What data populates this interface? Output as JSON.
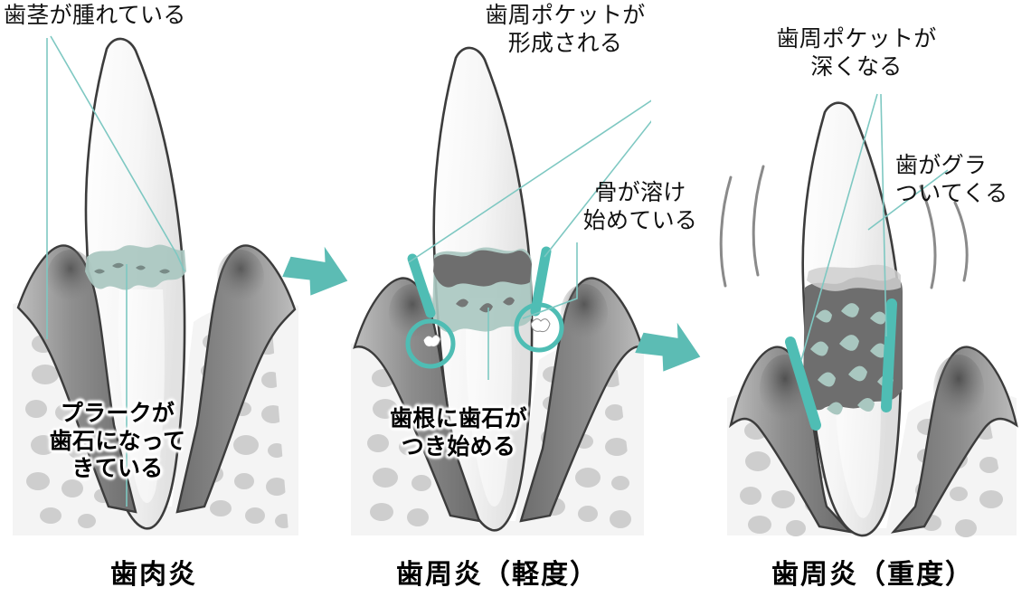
{
  "figure": {
    "subject": "periodontal-disease-progression",
    "colors": {
      "teal": "#5cbcb4",
      "teal_line": "#7ec8c2",
      "plaque_green": "#a9c7c0",
      "calculus_dark": "#6e6e6e",
      "gum_gray": "#9a9a9a",
      "gum_dark": "#6f6f6f",
      "bone_gray": "#c9c9c9",
      "outline": "#3c3c3c",
      "text": "#111111"
    }
  },
  "panels": [
    {
      "id": "gingivitis",
      "caption": "歯肉炎",
      "annotations": [
        {
          "id": "swollen-gums",
          "text": "歯茎が腫れている",
          "style": "plain"
        },
        {
          "id": "plaque-to-calculus",
          "text": "プラークが\n歯石になって\nきている",
          "style": "halo"
        }
      ]
    },
    {
      "id": "periodontitis-mild",
      "caption": "歯周炎（軽度）",
      "annotations": [
        {
          "id": "pocket-forms",
          "text": "歯周ポケットが\n形成される",
          "style": "plain"
        },
        {
          "id": "bone-dissolving",
          "text": "骨が溶け\n始めている",
          "style": "plain"
        },
        {
          "id": "root-calculus",
          "text": "歯根に歯石が\nつき始める",
          "style": "halo"
        }
      ]
    },
    {
      "id": "periodontitis-severe",
      "caption": "歯周炎（重度）",
      "annotations": [
        {
          "id": "pocket-deepens",
          "text": "歯周ポケットが\n深くなる",
          "style": "plain"
        },
        {
          "id": "tooth-loosens",
          "text": "歯がグラ\nついてくる",
          "style": "plain"
        }
      ]
    }
  ],
  "arrows": [
    {
      "id": "arrow-stage-1-to-2",
      "direction": "down-right"
    },
    {
      "id": "arrow-stage-2-to-3",
      "direction": "down-right"
    }
  ]
}
